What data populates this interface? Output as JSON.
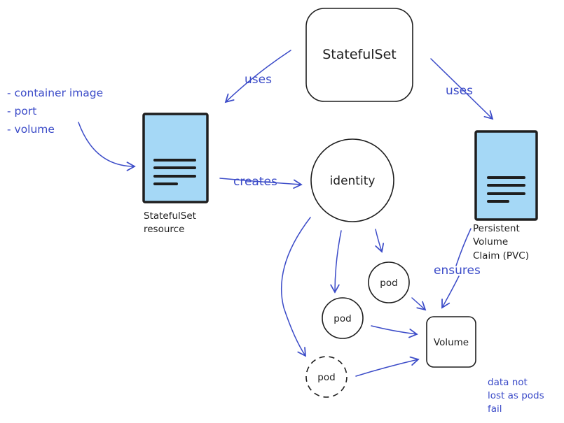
{
  "nodes": {
    "statefulset": "StatefulSet",
    "identity": "identity",
    "pod_top": "pod",
    "pod_middle": "pod",
    "pod_bottom": "pod",
    "volume": "Volume",
    "resource_label_line1": "StatefulSet",
    "resource_label_line2": "resource",
    "pvc_label_line1": "Persistent",
    "pvc_label_line2": "Volume",
    "pvc_label_line3": "Claim (PVC)"
  },
  "edge_labels": {
    "uses_left": "uses",
    "uses_right": "uses",
    "creates": "creates",
    "ensures": "ensures"
  },
  "notes": {
    "spec_items": [
      "- container image",
      "- port",
      "- volume"
    ],
    "data_note_lines": [
      "data not",
      "lost as pods",
      "fail"
    ]
  },
  "colors": {
    "arrow": "#3b4bc8",
    "document_fill": "#a5d8f6",
    "stroke": "#1e1e1e"
  }
}
